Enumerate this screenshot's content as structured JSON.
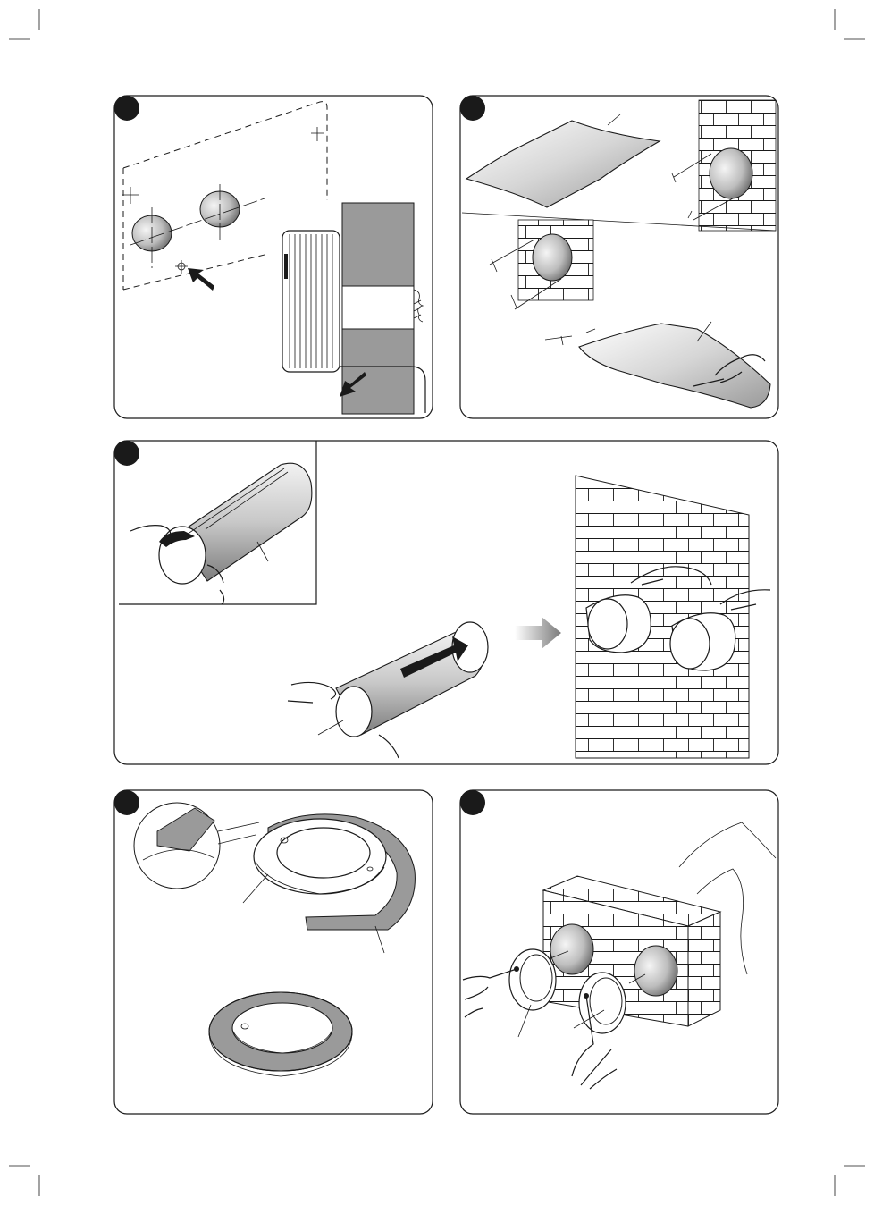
{
  "page": {
    "title": "",
    "steps": [
      {
        "id": "mark-holes"
      },
      {
        "id": "fit-sleeve-into-wall"
      },
      {
        "id": "roll-and-insert-sleeve"
      },
      {
        "id": "seal-ring"
      },
      {
        "id": "mount-rings"
      }
    ]
  },
  "colors": {
    "line": "#1a1a1a",
    "fill_gray": "#9a9a9a",
    "arrow_gray": "#7a7a7a",
    "badge": "#1a1a1a",
    "background": "#ffffff"
  }
}
